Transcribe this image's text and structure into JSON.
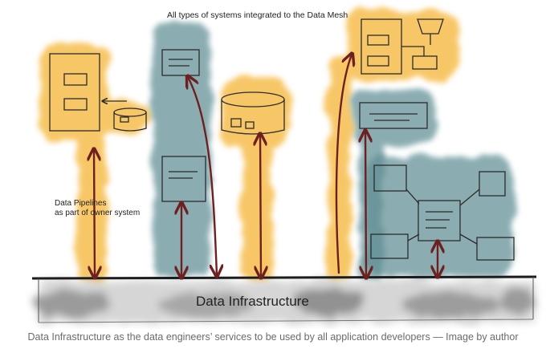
{
  "diagram": {
    "title": "All types of systems integrated to the Data Mesh",
    "pipelines_label": {
      "line1": "Data Pipelines",
      "line2": "as part of owner system"
    },
    "infrastructure_label": "Data Infrastructure"
  },
  "caption": "Data Infrastructure as the data engineers’ services to be used by all application developers — Image by author",
  "colors": {
    "orange_wash": "#f5b83d",
    "teal_wash": "#5f8e94",
    "arrow": "#6e1f1f",
    "ink": "#2b2b2b",
    "infrastructure_fill": "#cfcfcf"
  }
}
